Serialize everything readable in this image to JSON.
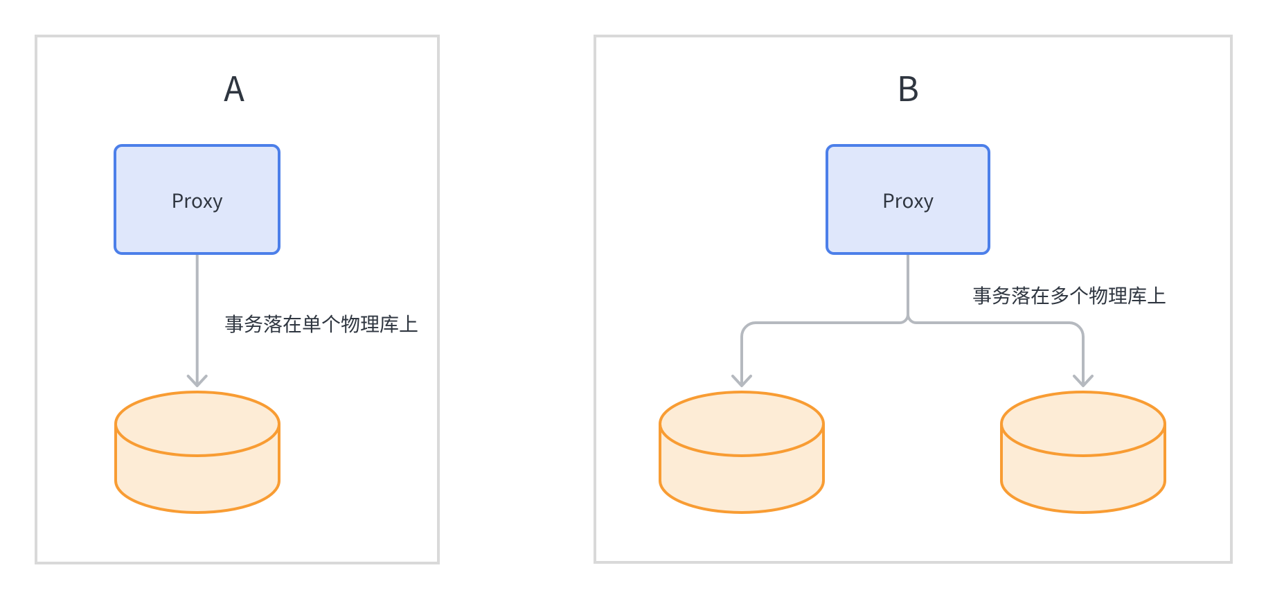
{
  "diagram": {
    "panels": [
      {
        "id": "A",
        "label": "A",
        "node": {
          "label": "Proxy",
          "shape": "rounded-rectangle"
        },
        "caption": "事务落在单个物理库上",
        "databases": 1
      },
      {
        "id": "B",
        "label": "B",
        "node": {
          "label": "Proxy",
          "shape": "rounded-rectangle"
        },
        "caption": "事务落在多个物理库上",
        "databases": 2
      }
    ],
    "colors": {
      "panel_border": "#d9d9d9",
      "node_border": "#4c7fe9",
      "node_fill": "#dfe7fb",
      "database_border": "#f89c33",
      "database_fill": "#fdecd6",
      "connector": "#b5b9bf",
      "text": "#2f3640",
      "background": "#ffffff"
    }
  }
}
